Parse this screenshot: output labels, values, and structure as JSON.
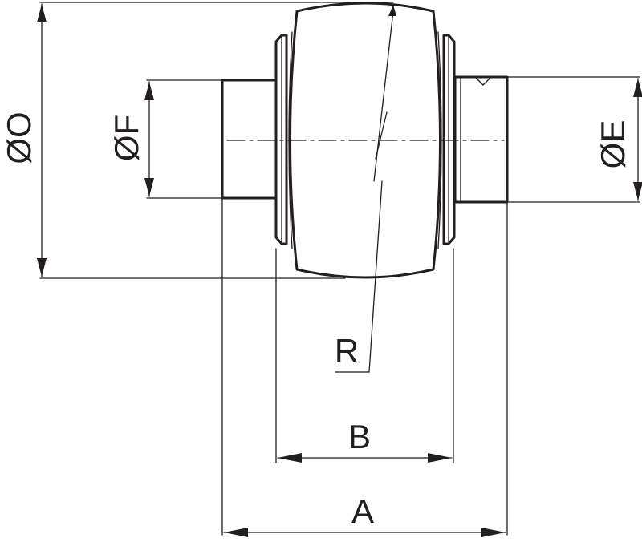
{
  "labels": {
    "dia_O": "ØO",
    "dia_F": "ØF",
    "dia_E": "ØE",
    "radius": "R",
    "length_B": "B",
    "length_A": "A"
  },
  "colors": {
    "line": "#231f20",
    "background": "#ffffff"
  }
}
